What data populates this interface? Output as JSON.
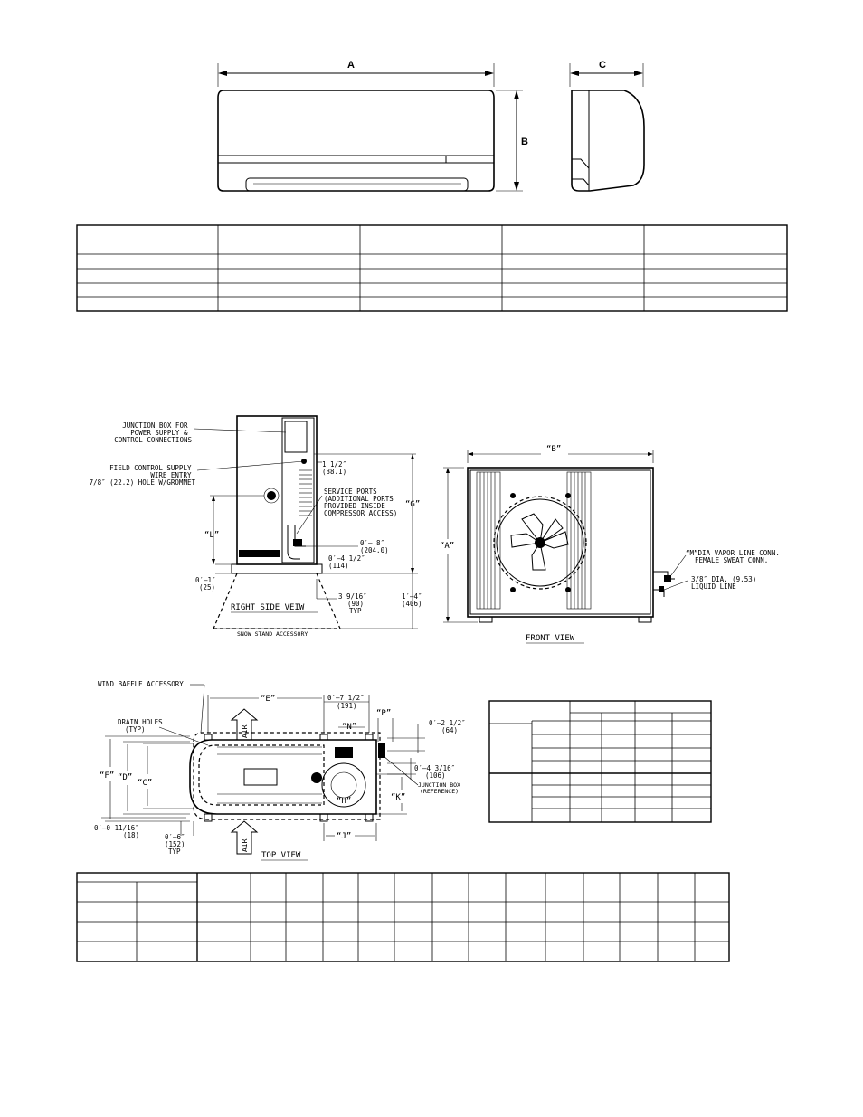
{
  "indoor": {
    "dim_a": "A",
    "dim_b": "B",
    "dim_c": "C"
  },
  "outdoor_side": {
    "junction_box": [
      "JUNCTION BOX FOR",
      "POWER SUPPLY &",
      "CONTROL CONNECTIONS"
    ],
    "field_control": [
      "FIELD CONTROL SUPPLY",
      "WIRE ENTRY",
      "7/8″ (22.2) HOLE W/GROMMET"
    ],
    "service_ports": [
      "SERVICE PORTS",
      "(ADDITIONAL PORTS",
      "PROVIDED INSIDE",
      "COMPRESSOR ACCESS)"
    ],
    "dim_1_5": [
      "1 1/2″",
      "(38.1)"
    ],
    "dim_g": "“G”",
    "dim_l": "“L”",
    "dim_0_8": [
      "0′– 8″",
      "(204.0)"
    ],
    "dim_0_4": [
      "0′–4 1/2″",
      "(114)"
    ],
    "dim_0_1": [
      "0′–1″",
      "(25)"
    ],
    "dim_3_9": [
      "3 9/16″",
      "(90)",
      "TYP"
    ],
    "dim_1_4": [
      "1′–4″",
      "(406)"
    ],
    "view_title": "RIGHT SIDE VEIW",
    "snow_stand": "SNOW STAND ACCESSORY"
  },
  "outdoor_front": {
    "dim_b": "“B”",
    "dim_a": "“A”",
    "vapor": [
      "“M”DIA VAPOR LINE CONN.",
      "FEMALE SWEAT CONN."
    ],
    "liquid": [
      "3/8″ DIA. (9.53)",
      "LIQUID LINE"
    ],
    "view_title": "FRONT VIEW"
  },
  "outdoor_top": {
    "wind_baffle": "WIND BAFFLE ACCESSORY",
    "drain_holes": [
      "DRAIN HOLES",
      "(TYP)"
    ],
    "dim_e": "“E”",
    "dim_7_5": [
      "0′–7 1/2″",
      "(191)"
    ],
    "dim_n": "“N”",
    "dim_p": "“P”",
    "dim_2_5": [
      "0′–2 1/2″",
      "(64)"
    ],
    "dim_4_3": [
      "0′–4 3/16″",
      "(106)"
    ],
    "junction": [
      "JUNCTION BOX",
      "(REFERENCE)"
    ],
    "dim_f": "“F”",
    "dim_d": "“D”",
    "dim_c": "“C”",
    "dim_k": "“K”",
    "dim_j": "“J”",
    "dim_h": "“H”",
    "dim_0_11": [
      "0′–0 11/16″",
      "(18)"
    ],
    "dim_0_6": [
      "0′–6″",
      "(152)",
      "TYP"
    ],
    "air": "AIR",
    "view_title": "TOP VIEW"
  }
}
